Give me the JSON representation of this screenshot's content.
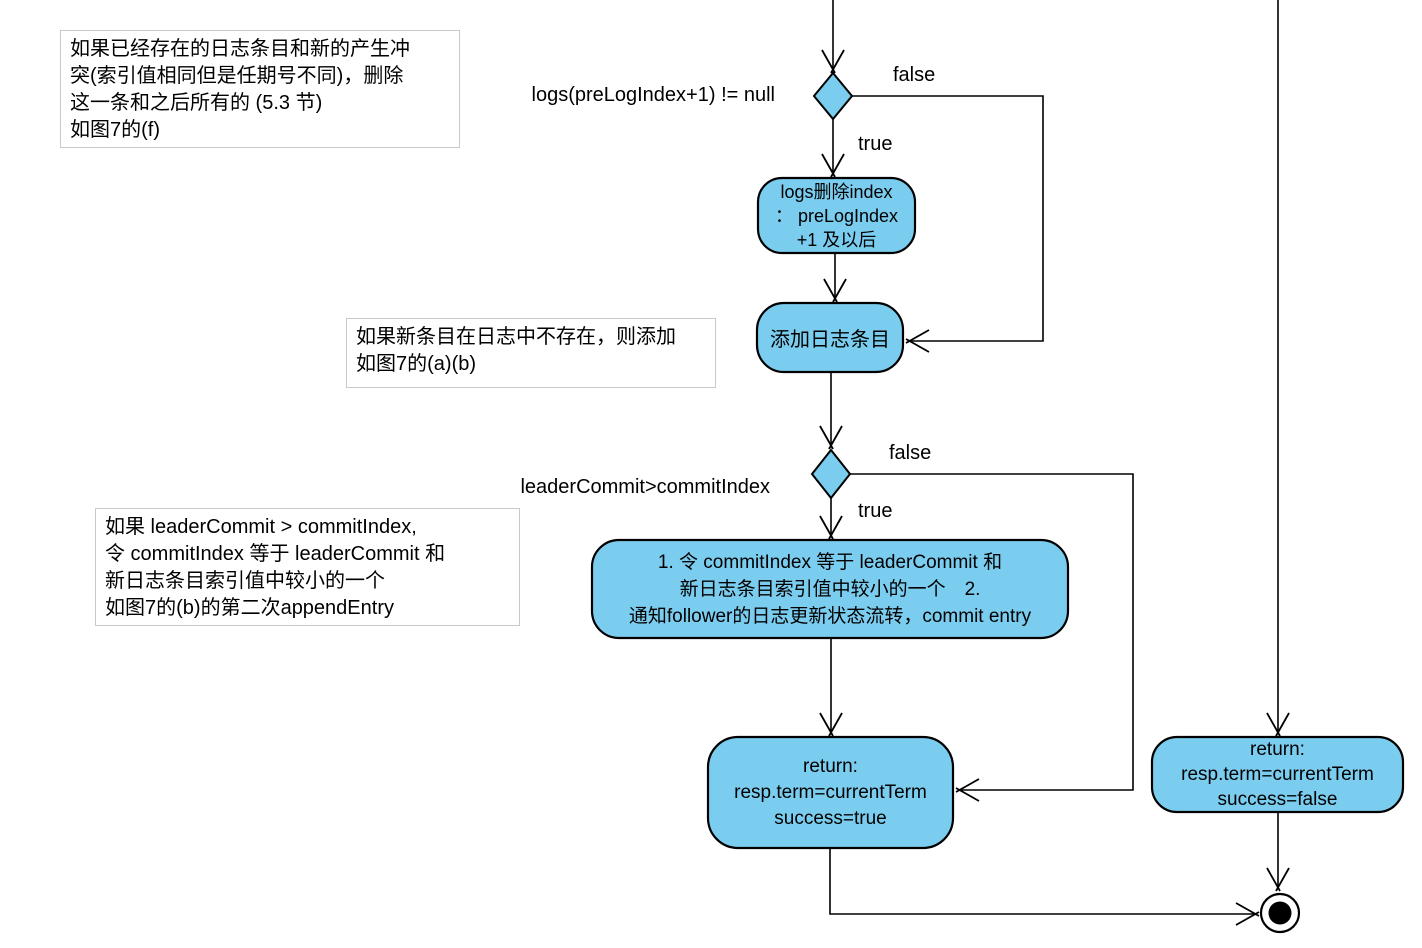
{
  "diagram": {
    "colors": {
      "node_fill": "#7BCDF0",
      "node_stroke": "#000000",
      "edge": "#000000",
      "note_border": "#c9c9c9",
      "final_inner": "#000000"
    },
    "notes": {
      "conflict": "如果已经存在的日志条目和新的产生冲\n突(索引值相同但是任期号不同)，删除\n这一条和之后所有的 (5.3 节)\n如图7的(f)",
      "append": "如果新条目在日志中不存在，则添加\n如图7的(a)(b)",
      "commit": "如果 leaderCommit > commitIndex,\n令 commitIndex 等于 leaderCommit 和\n新日志条目索引值中较小的一个\n如图7的(b)的第二次appendEntry"
    },
    "conditions": {
      "log_exists": "logs(preLogIndex+1) != null",
      "leader_commit": "leaderCommit>commitIndex"
    },
    "branches": {
      "false1": "false",
      "true1": "true",
      "false2": "false",
      "true2": "true"
    },
    "nodes": {
      "delete_logs": "logs删除index\n： preLogIndex\n+1 及以后",
      "append_entry": "添加日志条目",
      "update_commit_index": "1. 令 commitIndex 等于 leaderCommit 和\n新日志条目索引值中较小的一个　2.\n通知follower的日志更新状态流转，commit entry",
      "return_success": "return:\nresp.term=currentTerm\nsuccess=true",
      "return_failure": "return:\nresp.term=currentTerm\nsuccess=false"
    }
  }
}
